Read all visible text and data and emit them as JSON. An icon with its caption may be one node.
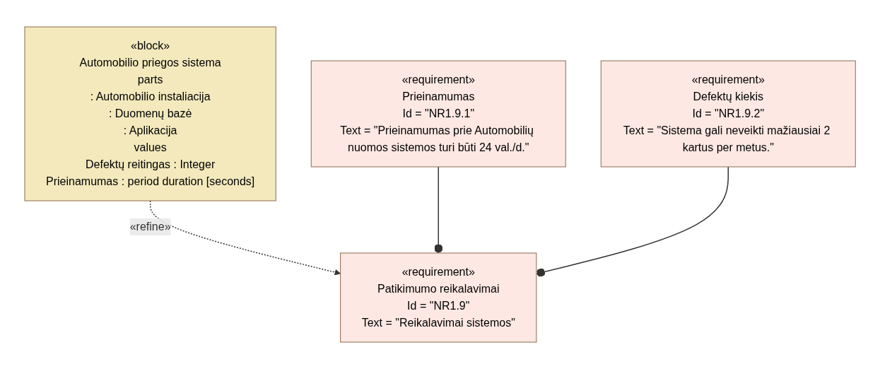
{
  "diagram": {
    "nodes": [
      {
        "text": [
          "«block»",
          "Automobilio priegos sistema",
          "parts",
          ": Automobilio instaliacija",
          ": Duomenų bazė",
          ": Aplikacija",
          "values",
          "Defektų reitingas : Integer",
          "Prieinamumas : period duration [seconds]"
        ]
      },
      {
        "text": [
          "«requirement»",
          "Patikimumo reikalavimai",
          "Id = \"NR1.9\"",
          "Text = \"Reikalavimai sistemos\""
        ]
      },
      {
        "text": [
          "«requirement»",
          "Prieinamumas",
          "Id = \"NR1.9.1\"",
          "Text = \"Prieinamumas prie Automobilių nuomos sistemos turi būti 24 val./d.\""
        ]
      },
      {
        "text": [
          "«requirement»",
          "Defektų kiekis",
          "Id = \"NR1.9.2\"",
          "Text = \"Sistema gali neveikti mažiausiai 2 kartus per metus.\""
        ]
      }
    ],
    "edges": [
      {
        "from": 0,
        "to": 1,
        "arrow": "to",
        "label": "«refine»",
        "style": "dashed"
      },
      {
        "from": 2,
        "to": 1,
        "arrow": "other"
      },
      {
        "from": 3,
        "to": 1,
        "arrow": "other"
      }
    ]
  }
}
